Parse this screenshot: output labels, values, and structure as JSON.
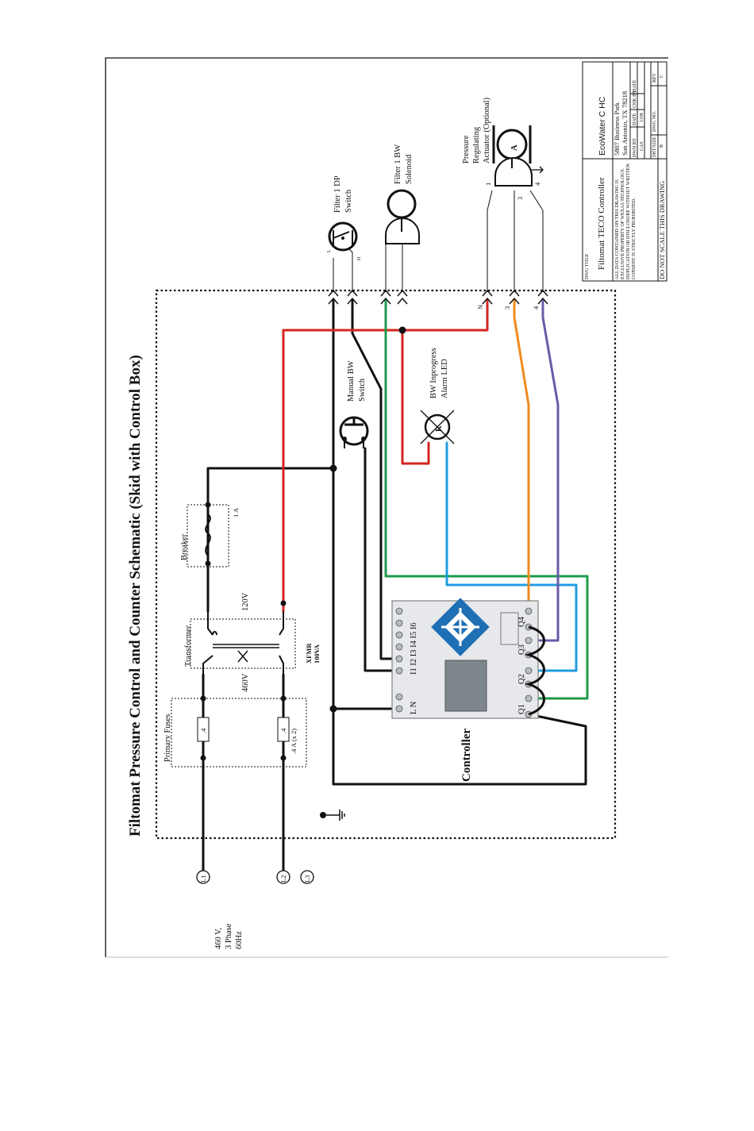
{
  "title": "Filtomat Pressure Control and Counter Schematic (Skid with Control Box)",
  "supply": {
    "voltage": "460 V,",
    "phase": "3 Phase",
    "freq": "60Hz",
    "lines": [
      "L1",
      "L2",
      "L3"
    ]
  },
  "fuses": {
    "label": "Primary Fuses",
    "value": ".4",
    "rating": ".4 A (x 2)"
  },
  "transformer": {
    "label": "Transformer",
    "primary": "460V",
    "secondary": "120V",
    "rating_line1": "XFMR",
    "rating_line2": "100VA"
  },
  "breaker": {
    "label": "Breaker",
    "rating": "1 A"
  },
  "controller": {
    "label": "Controller",
    "inputs": "L N",
    "input_terminals": "I1 I2 I3 I4 I5 I6",
    "outputs": [
      "Q1",
      "Q2",
      "Q3",
      "Q4"
    ]
  },
  "components": {
    "manual_bw_1": "Manual BW",
    "manual_bw_2": "Switch",
    "led_1": "BW Inprogress",
    "led_2": "Alarm LED",
    "led_letter": "R",
    "dp_1": "Filter 1 DP",
    "dp_2": "Switch",
    "dp_l": "L",
    "dp_h": "H",
    "sol_1": "Filter 1 BW",
    "sol_2": "Solenoid",
    "act_1": "Pressure",
    "act_2": "Regulating",
    "act_3": "Actuator (Optional)",
    "act_letter": "A",
    "act_pins": [
      "1",
      "3",
      "4"
    ],
    "conn_labels": [
      "N",
      "3",
      "4"
    ]
  },
  "title_block": {
    "dwg_title_label": "DWG TITLE",
    "dwg_title": "Filtomat TECO Controller",
    "company": "EcoWater C HC",
    "address_1": "5807 Business Park",
    "address_2": "San Antonio, TX 78218",
    "notice_1": "ALL DATA CONTAINED ON THIS DRAWING IS",
    "notice_2": "EXCLUSIVE PROPERTY OF WEXAS TECHNOLOGY.",
    "notice_3": "DUPLICATION OR DISCLOSURE WITHOUT WRITTEN",
    "notice_4": "CONSENT IS STRICTLY PROHIBITED.",
    "no_scale": "DO NOT SCALE THIS DRAWING",
    "cells": {
      "dwn_by": "DWN BY",
      "dwn_date": "DATE",
      "chk_by": "CHK BY",
      "chk_date": "DATE",
      "dwn_val": "CAS",
      "dwn_date_val": "1108",
      "sheet": "SHT/SIZE",
      "sheet_val": "B",
      "dwg_no": "DWG NO.",
      "rev": "REV",
      "rev_val": "C"
    }
  },
  "colors": {
    "black": "#111111",
    "red": "#d6251f",
    "green": "#1e9a4b",
    "blue": "#1f9de0",
    "orange": "#ef8a1e",
    "purple": "#6b5aa8",
    "controller_body": "#e6e8ec",
    "lcd": "#7d858d",
    "logo": "#1f6fb5"
  }
}
